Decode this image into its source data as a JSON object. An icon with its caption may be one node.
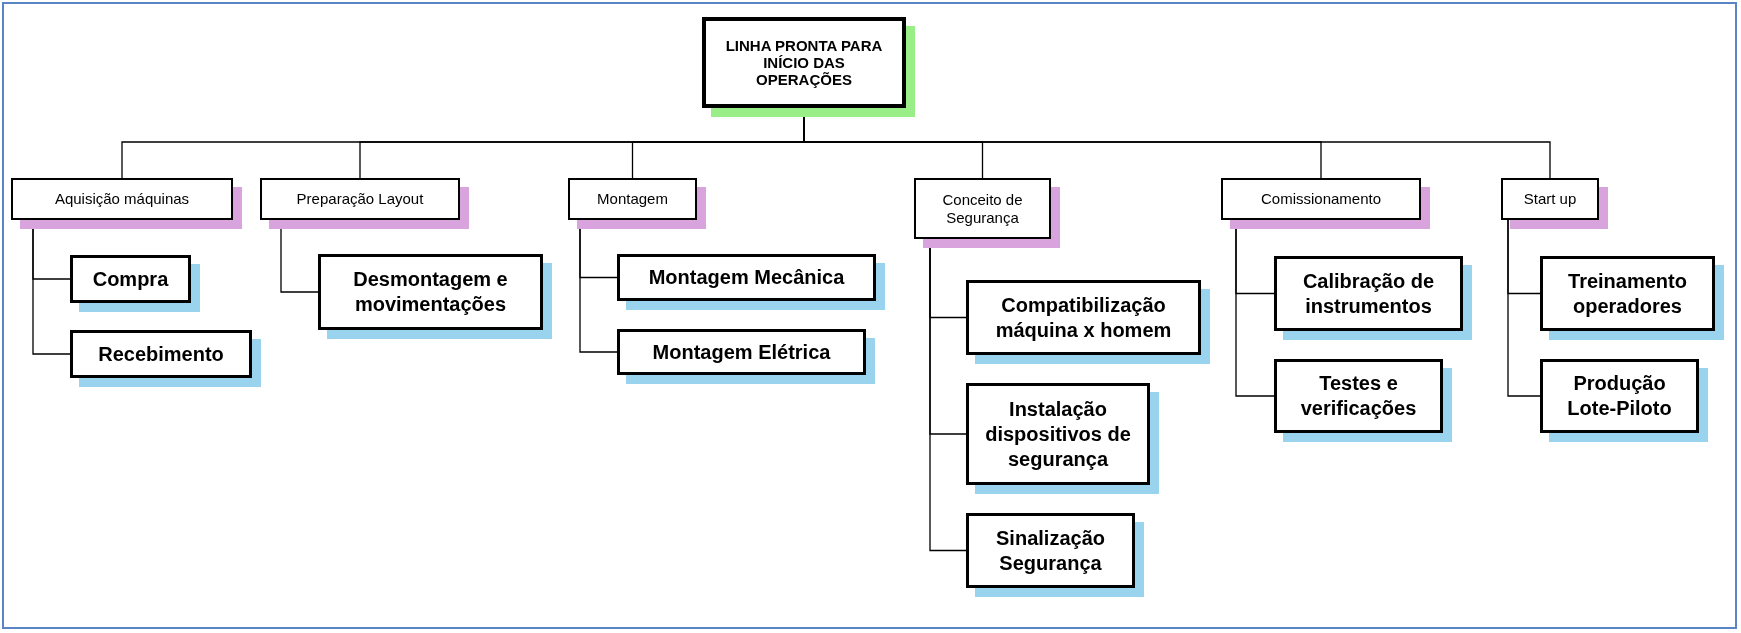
{
  "diagram": {
    "nodes": [
      {
        "text": [
          "LINHA PRONTA PARA INÍCIO DAS OPERAÇÕES"
        ]
      },
      {
        "text": [
          "Aquisição máquinas"
        ]
      },
      {
        "text": [
          "Preparação Layout"
        ]
      },
      {
        "text": [
          "Montagem"
        ]
      },
      {
        "text": [
          "Conceito de Segurança"
        ]
      },
      {
        "text": [
          "Comissionamento"
        ]
      },
      {
        "text": [
          "Start up"
        ]
      },
      {
        "text": [
          "Compra"
        ]
      },
      {
        "text": [
          "Recebimento"
        ]
      },
      {
        "text": [
          "Desmontagem e movimentações"
        ]
      },
      {
        "text": [
          "Montagem Mecânica"
        ]
      },
      {
        "text": [
          "Montagem Elétrica"
        ]
      },
      {
        "text": [
          "Compatibilização máquina x homem"
        ]
      },
      {
        "text": [
          "Instalação dispositivos de segurança"
        ]
      },
      {
        "text": [
          "Sinalização Segurança"
        ]
      },
      {
        "text": [
          "Calibração de instrumentos"
        ]
      },
      {
        "text": [
          "Testes e verificações"
        ]
      },
      {
        "text": [
          "Treinamento operadores"
        ]
      },
      {
        "text": [
          "Produção Lote-Piloto"
        ]
      }
    ],
    "edges": [
      {
        "from": 0,
        "to": 1,
        "arrow": "none"
      },
      {
        "from": 0,
        "to": 2,
        "arrow": "none"
      },
      {
        "from": 0,
        "to": 3,
        "arrow": "none"
      },
      {
        "from": 0,
        "to": 4,
        "arrow": "none"
      },
      {
        "from": 0,
        "to": 5,
        "arrow": "none"
      },
      {
        "from": 0,
        "to": 6,
        "arrow": "none"
      },
      {
        "from": 1,
        "to": 7,
        "arrow": "none"
      },
      {
        "from": 1,
        "to": 8,
        "arrow": "none"
      },
      {
        "from": 2,
        "to": 9,
        "arrow": "none"
      },
      {
        "from": 3,
        "to": 10,
        "arrow": "none"
      },
      {
        "from": 3,
        "to": 11,
        "arrow": "none"
      },
      {
        "from": 4,
        "to": 12,
        "arrow": "none"
      },
      {
        "from": 4,
        "to": 13,
        "arrow": "none"
      },
      {
        "from": 4,
        "to": 14,
        "arrow": "none"
      },
      {
        "from": 5,
        "to": 15,
        "arrow": "none"
      },
      {
        "from": 5,
        "to": 16,
        "arrow": "none"
      },
      {
        "from": 6,
        "to": 17,
        "arrow": "none"
      },
      {
        "from": 6,
        "to": 18,
        "arrow": "none"
      }
    ]
  }
}
